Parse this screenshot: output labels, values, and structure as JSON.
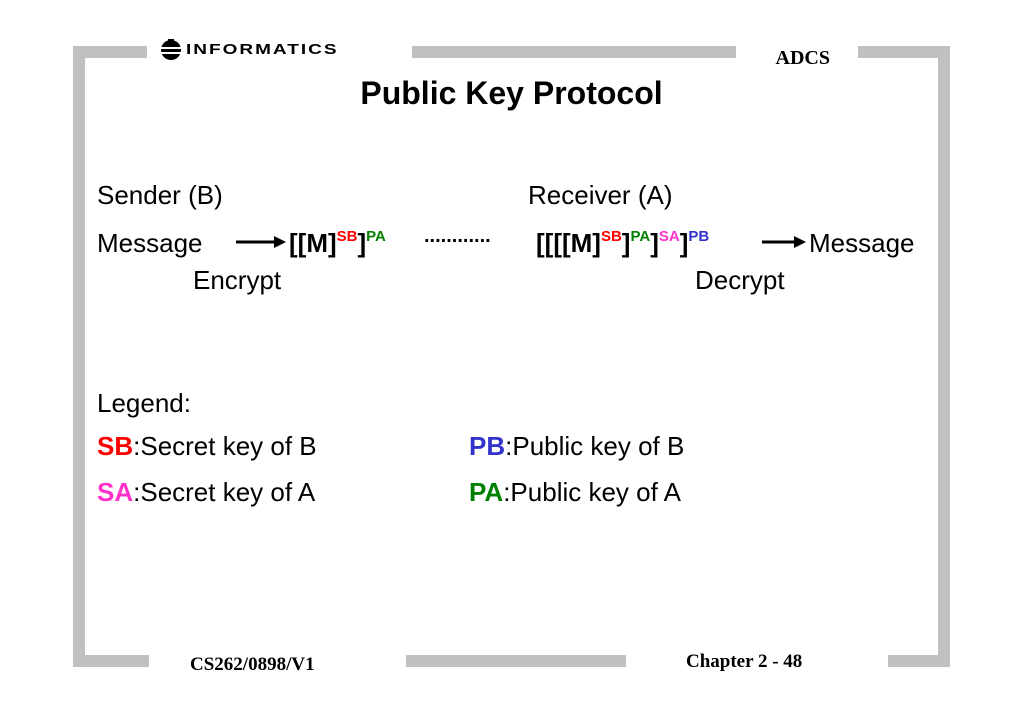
{
  "header": {
    "logo_text": "INFORMATICS",
    "course": "ADCS",
    "title": "Public Key Protocol"
  },
  "protocol": {
    "sender_heading": "Sender (B)",
    "receiver_heading": "Receiver (A)",
    "message_left": "Message",
    "message_right": "Message",
    "encrypted_base": "[[M]",
    "encrypted_close": "]",
    "sup_sb": "SB",
    "sup_pa": "PA",
    "dots": "............",
    "received_base": "[[[[M]",
    "received_close1": "]",
    "received_close2": "]",
    "received_close3": "]",
    "sup_sa": "SA",
    "sup_pb": "PB",
    "encrypt_label": "Encrypt",
    "decrypt_label": "Decrypt"
  },
  "legend": {
    "heading": "Legend:",
    "items": [
      {
        "key": "SB",
        "text": ":Secret key of B"
      },
      {
        "key": "SA",
        "text": ":Secret key of A"
      },
      {
        "key": "PB",
        "text": ":Public key of B"
      },
      {
        "key": "PA",
        "text": ":Public key of A"
      }
    ]
  },
  "footer": {
    "left": "CS262/0898/V1",
    "right": "Chapter 2 - 48"
  },
  "colors": {
    "frame": "#c0c0c0",
    "SB": "#ff0000",
    "PA": "#008000",
    "SA": "#ff33cc",
    "PB": "#3333cc"
  }
}
